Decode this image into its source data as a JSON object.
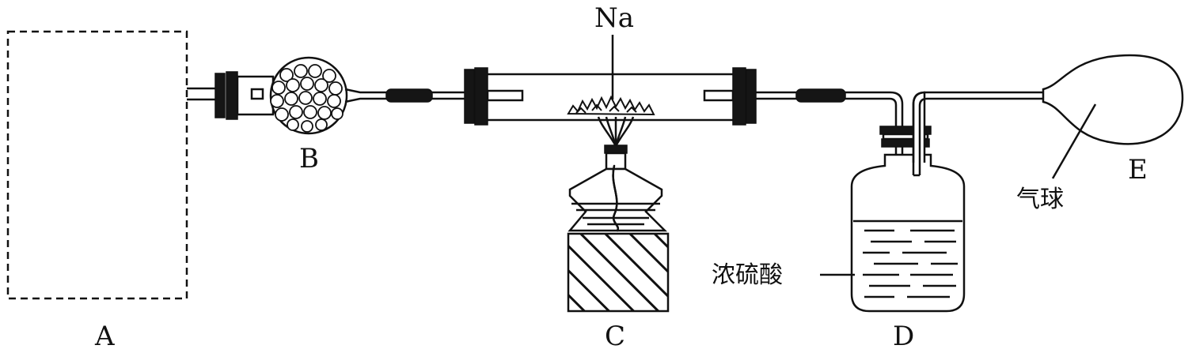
{
  "labels": {
    "a": "A",
    "b": "B",
    "c": "C",
    "d": "D",
    "e": "E",
    "sodium": "Na",
    "balloon": "气球",
    "conc_sulfuric_acid": "浓硫酸"
  }
}
